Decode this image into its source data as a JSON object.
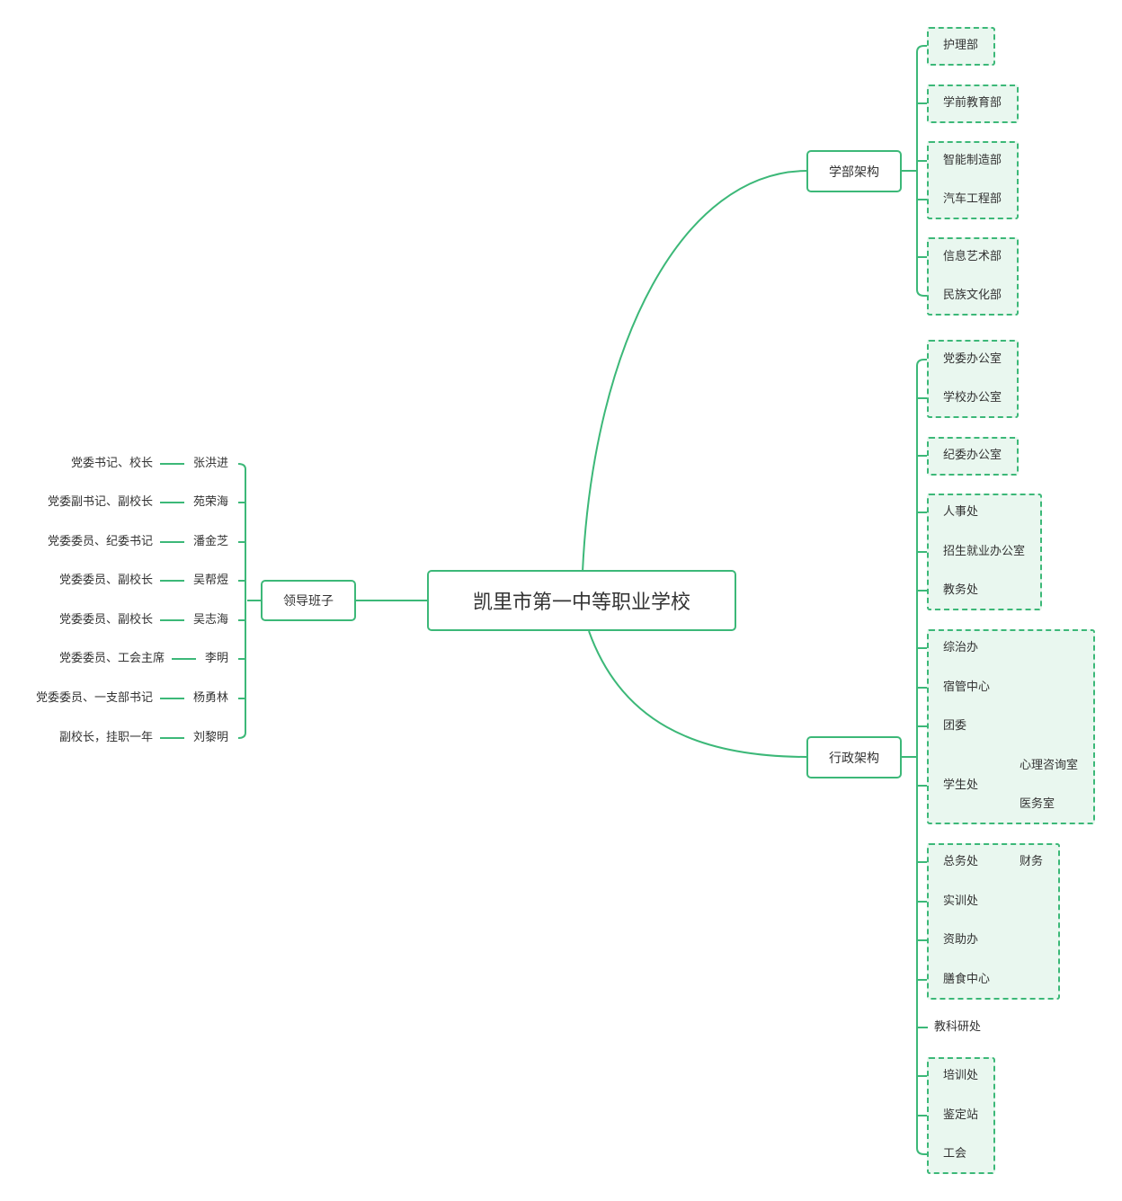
{
  "colors": {
    "line": "#3cb878",
    "group_fill": "#e9f7ef"
  },
  "root": "凯里市第一中等职业学校",
  "left": {
    "label": "领导班子",
    "people": [
      {
        "name": "张洪进",
        "role": "党委书记、校长"
      },
      {
        "name": "苑荣海",
        "role": "党委副书记、副校长"
      },
      {
        "name": "潘金芝",
        "role": "党委委员、纪委书记"
      },
      {
        "name": "吴帮煜",
        "role": "党委委员、副校长"
      },
      {
        "name": "吴志海",
        "role": "党委委员、副校长"
      },
      {
        "name": "李明",
        "role": "党委委员、工会主席"
      },
      {
        "name": "杨勇林",
        "role": "党委委员、一支部书记"
      },
      {
        "name": "刘黎明",
        "role": "副校长，挂职一年"
      }
    ]
  },
  "xuebu": {
    "label": "学部架构",
    "items": [
      "护理部",
      "学前教育部",
      "智能制造部",
      "汽车工程部",
      "信息艺术部",
      "民族文化部"
    ]
  },
  "xingzheng": {
    "label": "行政架构",
    "items": [
      "党委办公室",
      "学校办公室",
      "纪委办公室",
      "人事处",
      "招生就业办公室",
      "教务处",
      "综治办",
      "宿管中心",
      "团委",
      "学生处",
      "总务处",
      "实训处",
      "资助办",
      "膳食中心",
      "教科研处",
      "培训处",
      "鉴定站",
      "工会"
    ],
    "xueshengchu_children": [
      "心理咨询室",
      "医务室"
    ],
    "zongwuchu_child": "财务"
  }
}
